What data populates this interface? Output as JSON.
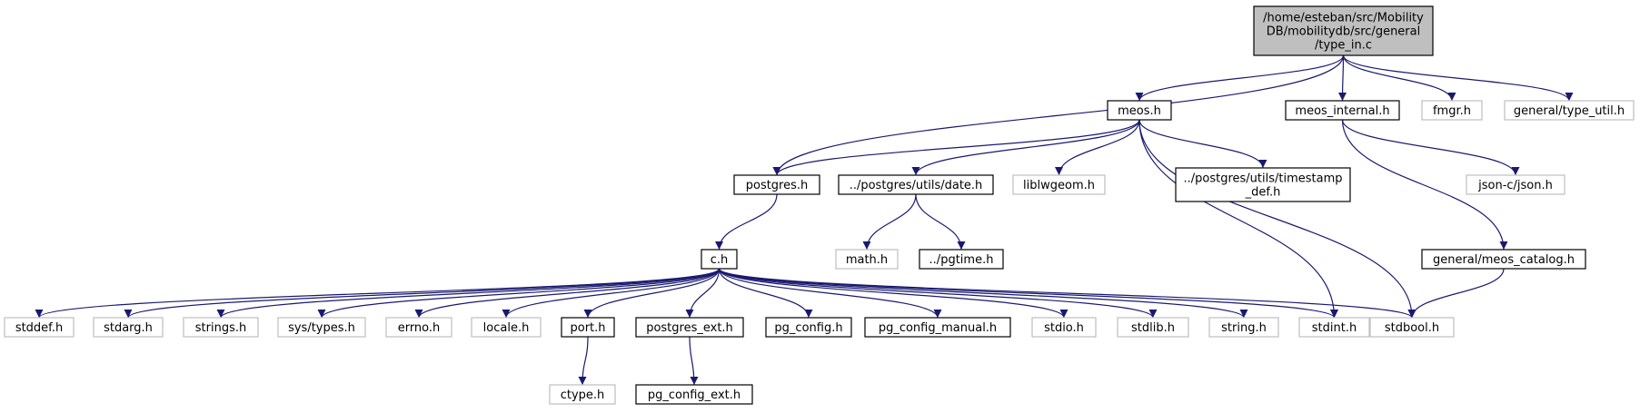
{
  "title": "",
  "colors": {
    "edge": "#191970",
    "root_fill": "#bfbfbf",
    "documented_border": "#000000",
    "missing_border": "#bfbfbf"
  },
  "nodes": [
    {
      "id": "root",
      "lines": [
        "/home/esteban/src/Mobility",
        "DB/mobilitydb/src/general",
        "/type_in.c"
      ],
      "kind": "root"
    },
    {
      "id": "meos_h",
      "lines": [
        "meos.h"
      ],
      "kind": "documented"
    },
    {
      "id": "meos_internal_h",
      "lines": [
        "meos_internal.h"
      ],
      "kind": "documented"
    },
    {
      "id": "fmgr_h",
      "lines": [
        "fmgr.h"
      ],
      "kind": "missing"
    },
    {
      "id": "type_util_h",
      "lines": [
        "general/type_util.h"
      ],
      "kind": "missing"
    },
    {
      "id": "postgres_h",
      "lines": [
        "postgres.h"
      ],
      "kind": "documented"
    },
    {
      "id": "date_h",
      "lines": [
        "../postgres/utils/date.h"
      ],
      "kind": "documented"
    },
    {
      "id": "liblwgeom_h",
      "lines": [
        "liblwgeom.h"
      ],
      "kind": "missing"
    },
    {
      "id": "timestamp_def_h",
      "lines": [
        "../postgres/utils/timestamp",
        "_def.h"
      ],
      "kind": "documented"
    },
    {
      "id": "json_h",
      "lines": [
        "json-c/json.h"
      ],
      "kind": "missing"
    },
    {
      "id": "c_h",
      "lines": [
        "c.h"
      ],
      "kind": "documented"
    },
    {
      "id": "math_h",
      "lines": [
        "math.h"
      ],
      "kind": "missing"
    },
    {
      "id": "pgtime_h",
      "lines": [
        "../pgtime.h"
      ],
      "kind": "documented"
    },
    {
      "id": "meos_catalog_h",
      "lines": [
        "general/meos_catalog.h"
      ],
      "kind": "documented"
    },
    {
      "id": "stddef_h",
      "lines": [
        "stddef.h"
      ],
      "kind": "missing"
    },
    {
      "id": "stdarg_h",
      "lines": [
        "stdarg.h"
      ],
      "kind": "missing"
    },
    {
      "id": "strings_h",
      "lines": [
        "strings.h"
      ],
      "kind": "missing"
    },
    {
      "id": "sys_types_h",
      "lines": [
        "sys/types.h"
      ],
      "kind": "missing"
    },
    {
      "id": "errno_h",
      "lines": [
        "errno.h"
      ],
      "kind": "missing"
    },
    {
      "id": "locale_h",
      "lines": [
        "locale.h"
      ],
      "kind": "missing"
    },
    {
      "id": "port_h",
      "lines": [
        "port.h"
      ],
      "kind": "documented"
    },
    {
      "id": "postgres_ext_h",
      "lines": [
        "postgres_ext.h"
      ],
      "kind": "documented"
    },
    {
      "id": "pg_config_h",
      "lines": [
        "pg_config.h"
      ],
      "kind": "documented"
    },
    {
      "id": "pg_config_manual_h",
      "lines": [
        "pg_config_manual.h"
      ],
      "kind": "documented"
    },
    {
      "id": "stdio_h",
      "lines": [
        "stdio.h"
      ],
      "kind": "missing"
    },
    {
      "id": "stdlib_h",
      "lines": [
        "stdlib.h"
      ],
      "kind": "missing"
    },
    {
      "id": "string_h",
      "lines": [
        "string.h"
      ],
      "kind": "missing"
    },
    {
      "id": "stdint_h",
      "lines": [
        "stdint.h"
      ],
      "kind": "missing"
    },
    {
      "id": "stdbool_h",
      "lines": [
        "stdbool.h"
      ],
      "kind": "missing"
    },
    {
      "id": "ctype_h",
      "lines": [
        "ctype.h"
      ],
      "kind": "missing"
    },
    {
      "id": "pg_config_ext_h",
      "lines": [
        "pg_config_ext.h"
      ],
      "kind": "documented"
    }
  ],
  "edges": [
    [
      "root",
      "postgres_h"
    ],
    [
      "root",
      "meos_h"
    ],
    [
      "root",
      "meos_internal_h"
    ],
    [
      "root",
      "fmgr_h"
    ],
    [
      "root",
      "type_util_h"
    ],
    [
      "meos_h",
      "postgres_h"
    ],
    [
      "meos_h",
      "date_h"
    ],
    [
      "meos_h",
      "liblwgeom_h"
    ],
    [
      "meos_h",
      "timestamp_def_h"
    ],
    [
      "meos_h",
      "stdint_h"
    ],
    [
      "meos_h",
      "stdbool_h"
    ],
    [
      "meos_internal_h",
      "json_h"
    ],
    [
      "meos_internal_h",
      "meos_catalog_h"
    ],
    [
      "postgres_h",
      "c_h"
    ],
    [
      "date_h",
      "math_h"
    ],
    [
      "date_h",
      "pgtime_h"
    ],
    [
      "meos_catalog_h",
      "stdbool_h"
    ],
    [
      "c_h",
      "stddef_h"
    ],
    [
      "c_h",
      "stdarg_h"
    ],
    [
      "c_h",
      "strings_h"
    ],
    [
      "c_h",
      "sys_types_h"
    ],
    [
      "c_h",
      "errno_h"
    ],
    [
      "c_h",
      "locale_h"
    ],
    [
      "c_h",
      "port_h"
    ],
    [
      "c_h",
      "postgres_ext_h"
    ],
    [
      "c_h",
      "pg_config_h"
    ],
    [
      "c_h",
      "pg_config_manual_h"
    ],
    [
      "c_h",
      "stdio_h"
    ],
    [
      "c_h",
      "stdlib_h"
    ],
    [
      "c_h",
      "string_h"
    ],
    [
      "c_h",
      "stdint_h"
    ],
    [
      "c_h",
      "stdbool_h"
    ],
    [
      "port_h",
      "ctype_h"
    ],
    [
      "postgres_ext_h",
      "pg_config_ext_h"
    ]
  ]
}
